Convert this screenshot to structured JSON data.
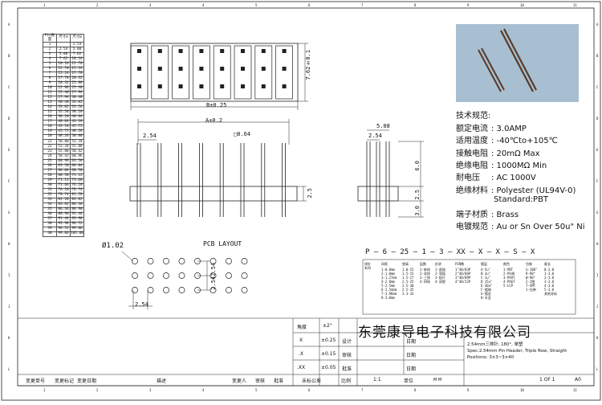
{
  "header_numbers": [
    "1",
    "2",
    "3",
    "4",
    "5",
    "6",
    "7",
    "8",
    "9",
    "10",
    "11"
  ],
  "side_letters": [
    "A",
    "B",
    "C",
    "D",
    "E",
    "F",
    "G",
    "H",
    "I",
    "J",
    "K",
    "L"
  ],
  "pin_table": {
    "headers": [
      "Pin数量",
      "尺寸A",
      "尺寸B"
    ],
    "rows": [
      [
        "1",
        "",
        "2.54"
      ],
      [
        "2",
        "2.54",
        "5.08"
      ],
      [
        "3",
        "5.08",
        "7.62"
      ],
      [
        "4",
        "7.62",
        "10.16"
      ],
      [
        "5",
        "10.16",
        "12.70"
      ],
      [
        "6",
        "12.70",
        "15.24"
      ],
      [
        "7",
        "15.24",
        "17.78"
      ],
      [
        "8",
        "17.78",
        "20.32"
      ],
      [
        "9",
        "20.32",
        "22.86"
      ],
      [
        "10",
        "22.86",
        "25.40"
      ],
      [
        "11",
        "25.40",
        "27.94"
      ],
      [
        "12",
        "27.94",
        "30.48"
      ],
      [
        "13",
        "30.48",
        "33.02"
      ],
      [
        "14",
        "33.02",
        "35.56"
      ],
      [
        "15",
        "35.56",
        "38.10"
      ],
      [
        "16",
        "38.10",
        "40.64"
      ],
      [
        "17",
        "40.64",
        "43.18"
      ],
      [
        "18",
        "43.18",
        "45.72"
      ],
      [
        "19",
        "45.72",
        "48.26"
      ],
      [
        "20",
        "48.26",
        "50.80"
      ],
      [
        "21",
        "50.80",
        "53.34"
      ],
      [
        "22",
        "53.34",
        "55.88"
      ],
      [
        "23",
        "55.88",
        "58.42"
      ],
      [
        "24",
        "58.42",
        "60.96"
      ],
      [
        "25",
        "60.96",
        "63.50"
      ],
      [
        "26",
        "63.50",
        "66.04"
      ],
      [
        "27",
        "66.04",
        "68.58"
      ],
      [
        "28",
        "68.58",
        "71.12"
      ],
      [
        "29",
        "71.12",
        "73.66"
      ],
      [
        "30",
        "73.66",
        "76.20"
      ],
      [
        "31",
        "76.20",
        "78.74"
      ],
      [
        "32",
        "78.74",
        "81.28"
      ],
      [
        "33",
        "81.28",
        "83.82"
      ],
      [
        "34",
        "83.82",
        "86.36"
      ],
      [
        "35",
        "86.36",
        "88.90"
      ],
      [
        "36",
        "88.90",
        "91.44"
      ],
      [
        "37",
        "91.44",
        "93.98"
      ],
      [
        "38",
        "93.98",
        "96.52"
      ],
      [
        "39",
        "96.52",
        "99.06"
      ],
      [
        "40",
        "99.06",
        "101.60"
      ]
    ]
  },
  "dims": {
    "top_height": "7.62±0.1",
    "b_width": "B±0.25",
    "a_width": "A±0.2",
    "pitch": "2.54",
    "square": "□0.64",
    "side_width": "5.08",
    "side_pitch": "2.54",
    "dim_6": "6.0",
    "dim_25": "2.5",
    "dim_3": "3.0",
    "hole_dia": "Ø1.02",
    "pcb_title": "PCB LAYOUT",
    "pcb_pitch_v": "2.54",
    "pcb_pitch_v2": "2.54",
    "pcb_pitch_h": "2.54"
  },
  "specs": {
    "title": "技术规范:",
    "lines": [
      {
        "k": "额定电流",
        "v": ": 3.0AMP"
      },
      {
        "k": "适用温度",
        "v": ": -40℃to+105℃"
      },
      {
        "k": "接触电阻",
        "v": ": 20mΩ Max"
      },
      {
        "k": "绝缘电阻",
        "v": ": 1000MΩ Min"
      },
      {
        "k": "耐电压",
        "v": ": AC 1000V"
      },
      {
        "k": "绝缘材料",
        "v": ": Polyester (UL94V-0)"
      },
      {
        "k": "",
        "v": "  Standard:PBT"
      },
      {
        "k": "端子材质",
        "v": ": Brass"
      },
      {
        "k": "电镀规范",
        "v": ": Au or Sn Over 50u\" Ni"
      }
    ]
  },
  "part_number": {
    "code": "P — 6 — 25 — 1 — 3 — XX — X — X — S — X",
    "cols": [
      {
        "h": "排针\n系列",
        "body": ""
      },
      {
        "h": "间距",
        "body": "1-0.8mm\n2-1.0mm\n3-1.27mm\n4-2.0mm\n5-2.5mm\n6-2.54mm\n7-3.96mm\n8-3.0mm"
      },
      {
        "h": "塑高",
        "body": "1.0-15\n1.5-15\n1.5-17\n2.5-25\n2.5-30\n2.5-35\n3.3-33"
      },
      {
        "h": "层数",
        "body": "1-单排\n2-双排\n3-三排\n4-四排"
      },
      {
        "h": "形状",
        "body": "1-直插\n2-弯插\n3-贴片\n4-双塑"
      },
      {
        "h": "PIN数",
        "body": "1\"40/03P\n2\"40/06P\n3\"40/09P\n4\"40/12P"
      },
      {
        "h": "镀层",
        "body": "A-5u\"\nB-3u\"\nC-1u\"\nD-15u\"\nE-30u\"\nF-镀锡\nG-镀金\nH-半金"
      },
      {
        "h": "颜色",
        "body": "1-PBT\n2-PA46\n3-PA9T\n4-PA6T\n5-LCP"
      },
      {
        "h": "包装",
        "body": "S-180°\nR-90°\nW-90°\n2-2塑\nT-SMT\n1-拉带"
      },
      {
        "h": "尾长",
        "body": "0-3.0\n1-3.0\n2-3.0\n3-3.0\n4-3.0\n5-3.0\n其他非标"
      }
    ]
  },
  "title_block": {
    "angle_label": "角度",
    "angle_val": "±2°",
    "x_label": "X",
    "x_val": "±0.25",
    "x1_label": ".X",
    "x1_val": "±0.15",
    "x2_label": ".XX",
    "x2_val": "±0.05",
    "design": "设计",
    "check": "审核",
    "approve": "批准",
    "date": "日期",
    "company": "东莞康导电子科技有限公司",
    "desc": "2.54mm三排针, 180°, 单塑\nSpec:2.54mm Pin Header, Triple Row, Straight\nPositions: 3×3~3×40",
    "unmarked_tol": "未标公差",
    "scale_label": "比例",
    "scale_val": "1:1",
    "unit_label": "单位",
    "unit_val": "M M",
    "page": "1 OF 1",
    "rev": "A0",
    "rev_cols": [
      "变更单号",
      "变更标记",
      "变更日期",
      "描述",
      "变更人",
      "审核",
      "批准"
    ]
  }
}
